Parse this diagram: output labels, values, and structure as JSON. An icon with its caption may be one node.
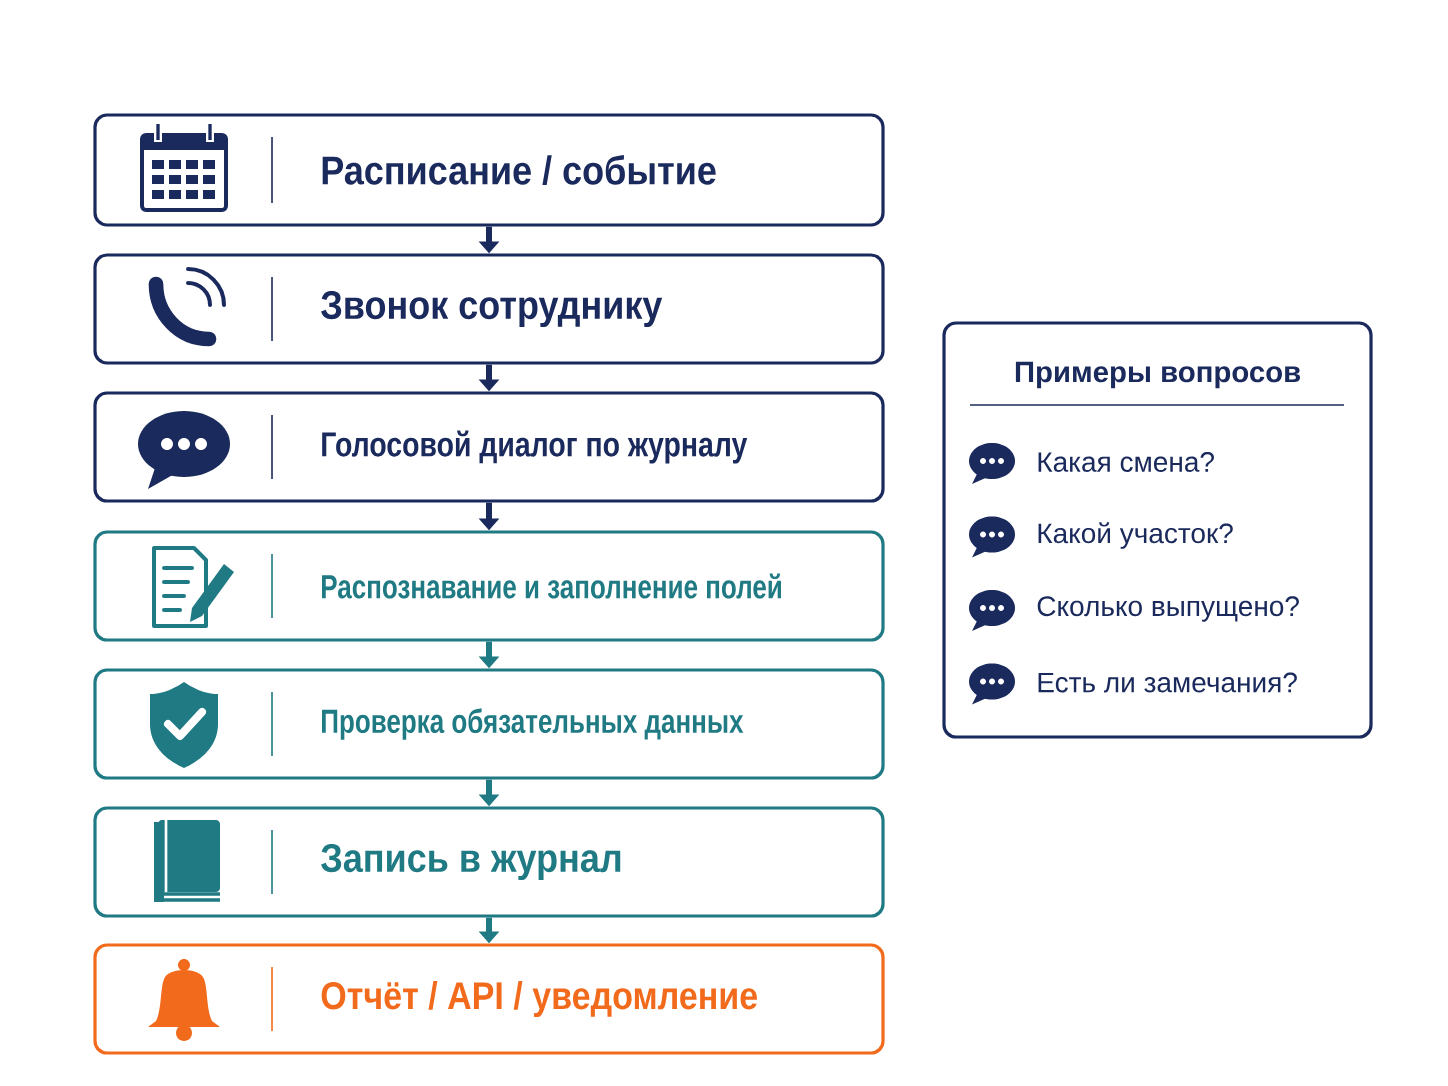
{
  "diagram": {
    "nodes": [
      {
        "text": [
          "Расписание / событие"
        ]
      },
      {
        "text": [
          "Звонок сотруднику"
        ]
      },
      {
        "text": [
          "Голосовой диалог по журналу"
        ]
      },
      {
        "text": [
          "Распознавание и заполнение полей"
        ]
      },
      {
        "text": [
          "Проверка обязательных данных"
        ]
      },
      {
        "text": [
          "Запись в журнал"
        ]
      },
      {
        "text": [
          "Отчёт / API / уведомление"
        ]
      },
      {
        "text": [
          "Примеры вопросов",
          "Какая смена?",
          "Какой участок?",
          "Сколько выпущено?",
          "Есть ли замечания?"
        ]
      }
    ],
    "edges": [
      {
        "from": 0,
        "to": 1,
        "arrow": "to"
      },
      {
        "from": 1,
        "to": 2,
        "arrow": "to"
      },
      {
        "from": 2,
        "to": 3,
        "arrow": "to"
      },
      {
        "from": 3,
        "to": 4,
        "arrow": "to",
        "color": "#1f7a84"
      },
      {
        "from": 4,
        "to": 5,
        "arrow": "to",
        "color": "#1f7a84"
      },
      {
        "from": 5,
        "to": 6,
        "arrow": "to",
        "color": "#1f7a84"
      }
    ]
  }
}
